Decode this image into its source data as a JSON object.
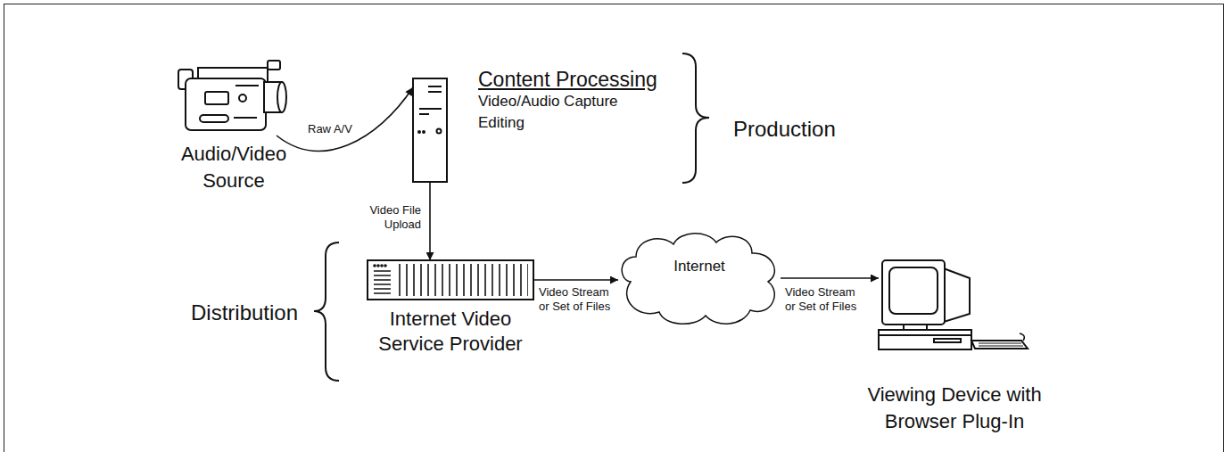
{
  "diagram": {
    "nodes": [
      {
        "text": [
          "Audio/Video Source"
        ]
      },
      {
        "text": [
          "Content Processing",
          "Video/Audio Capture Editing"
        ]
      },
      {
        "text": [
          "Internet Video Service Provider"
        ]
      },
      {
        "text": [
          "Internet"
        ]
      },
      {
        "text": [
          "Viewing Device with Browser Plug-In"
        ]
      }
    ],
    "edges": [
      {
        "from": 0,
        "to": 1,
        "label": "Raw A/V",
        "arrow": "to"
      },
      {
        "from": 1,
        "to": 2,
        "label": "Video File Upload",
        "arrow": "to"
      },
      {
        "from": 2,
        "to": 3,
        "label": "Video Stream or Set of Files",
        "arrow": "to"
      },
      {
        "from": 3,
        "to": 4,
        "label": "Video Stream or Set of Files",
        "arrow": "to"
      }
    ],
    "labels": [
      "Production",
      "Distribution"
    ]
  }
}
